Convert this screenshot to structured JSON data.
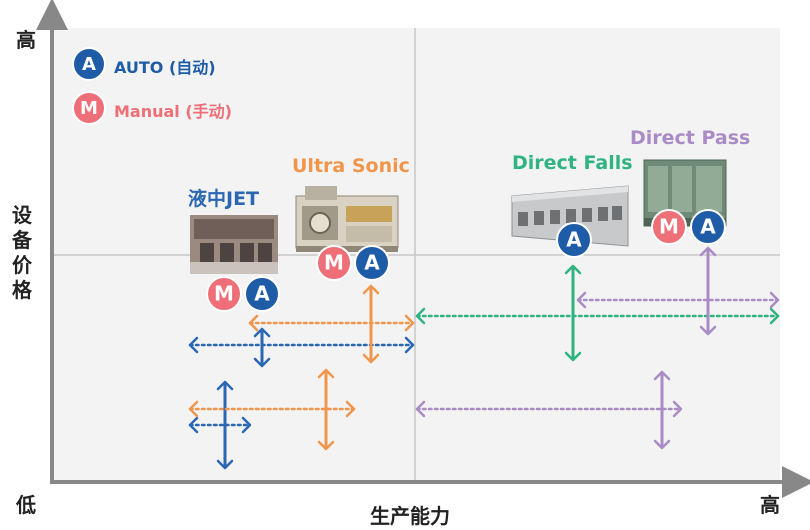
{
  "axes": {
    "y_high": "高",
    "y_title": "设备价格",
    "low": "低",
    "x_title": "生产能力",
    "x_high": "高"
  },
  "legend": {
    "auto_badge": "A",
    "auto_text": "AUTO (自动)",
    "manual_badge": "M",
    "manual_text": "Manual (手动)"
  },
  "colors": {
    "jet": "#2b67b2",
    "ultrasonic": "#f0954c",
    "falls": "#2fb380",
    "pass": "#a98bc5",
    "manual": "#ee6f78",
    "auto": "#1f5ca8",
    "quadrant_bg": "#f3f3f3",
    "axis": "#888888"
  },
  "machines": {
    "jet": {
      "title": "液中JET",
      "m": "M",
      "a": "A"
    },
    "ultrasonic": {
      "title": "Ultra Sonic",
      "m": "M",
      "a": "A"
    },
    "falls": {
      "title": "Direct Falls",
      "a": "A"
    },
    "pass": {
      "title": "Direct Pass",
      "m": "M",
      "a": "A"
    }
  }
}
